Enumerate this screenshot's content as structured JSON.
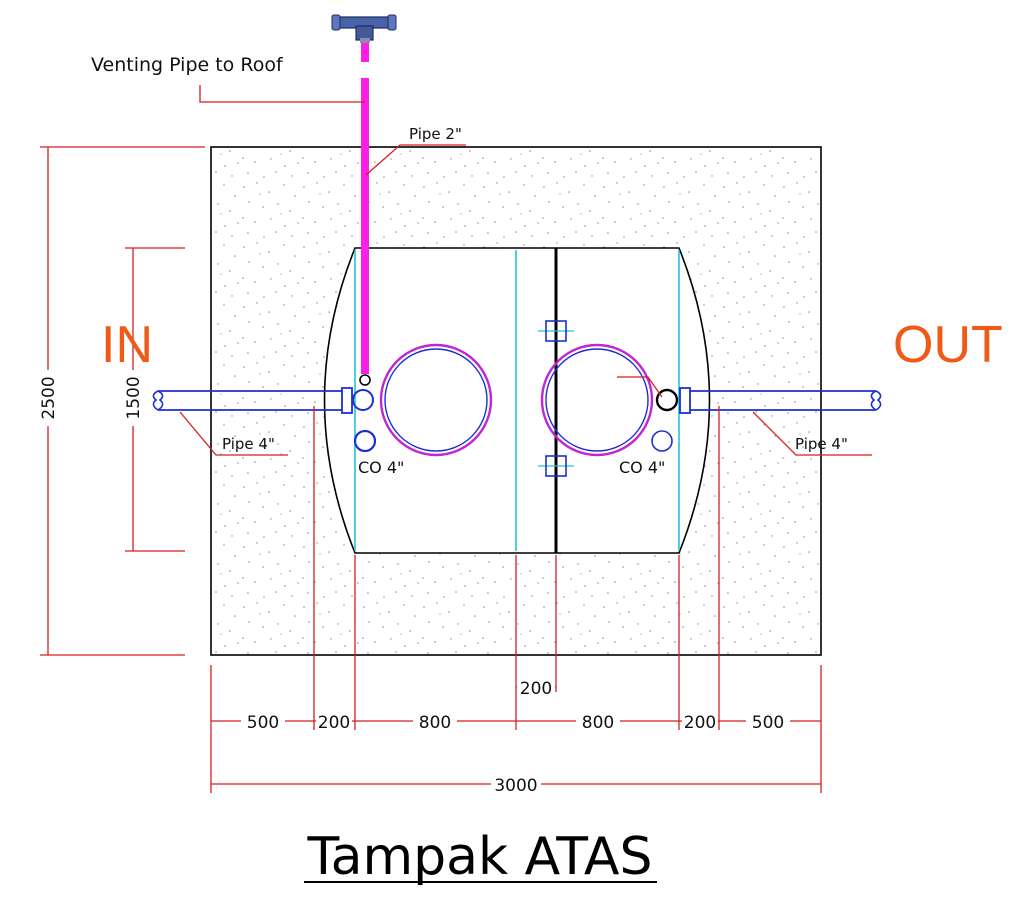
{
  "title": "Tampak ATAS",
  "labels": {
    "in": "IN",
    "out": "OUT",
    "venting": "Venting Pipe to Roof",
    "pipe2": "Pipe 2\"",
    "pipe4_left": "Pipe 4\"",
    "pipe4_right": "Pipe 4\"",
    "co_left": "CO 4\"",
    "co_right": "CO 4\""
  },
  "dimensions": {
    "height_total": "2500",
    "height_tank": "1500",
    "bottom": [
      "500",
      "200",
      "800",
      "800",
      "200",
      "500"
    ],
    "center_gap": "200",
    "total_width": "3000"
  },
  "colors": {
    "dimension": "#d42020",
    "in_out": "#ef5a16",
    "vent_pipe": "#ff1ee6",
    "pipe": "#1c2fd1",
    "baffle": "#22c5d6",
    "manhole": "#c026d3",
    "concrete_dot": "#8a8a8a"
  }
}
